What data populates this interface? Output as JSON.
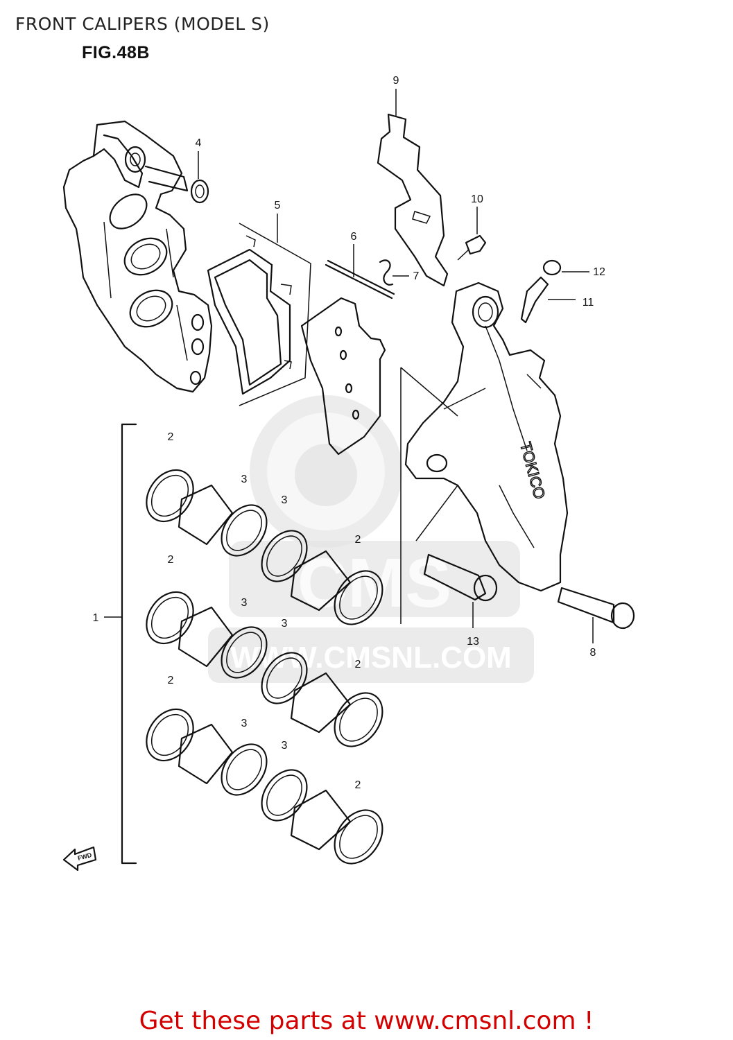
{
  "page": {
    "title": "FRONT CALIPERS (MODEL S)",
    "figure": "FIG.48B",
    "footer_link": "Get these parts at www.cmsnl.com !",
    "footer_color": "#d40000"
  },
  "watermark": {
    "text": "WWW.CMSNL.COM",
    "logo": "CMS",
    "color": "#e4e4e4"
  },
  "caliper_marking": "TOKICO",
  "fwd_arrow": "FWD",
  "callouts": [
    "1",
    "2",
    "2",
    "2",
    "2",
    "2",
    "2",
    "3",
    "3",
    "3",
    "3",
    "3",
    "3",
    "4",
    "5",
    "6",
    "7",
    "8",
    "9",
    "10",
    "11",
    "12",
    "13"
  ]
}
